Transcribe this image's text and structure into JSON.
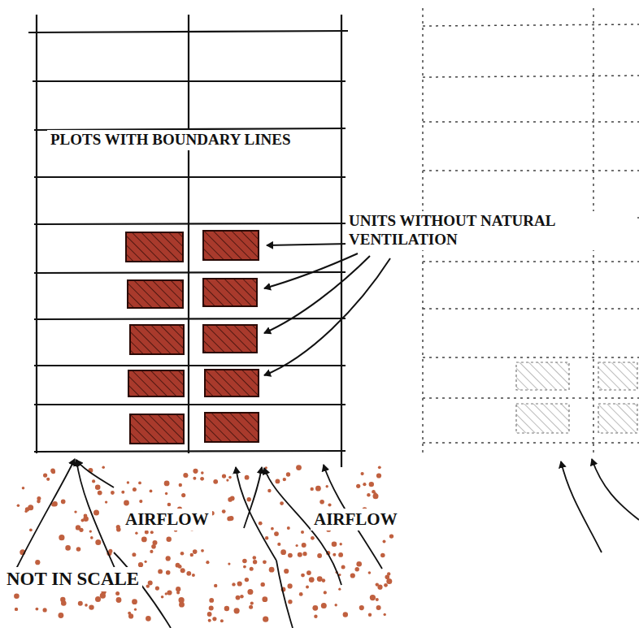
{
  "diagram": {
    "labels": [
      "PLOTS WITH BOUNDARY LINES",
      "UNITS WITHOUT NATURAL VENTILATION",
      "AIRFLOW",
      "AIRFLOW",
      "NOT IN SCALE"
    ]
  }
}
